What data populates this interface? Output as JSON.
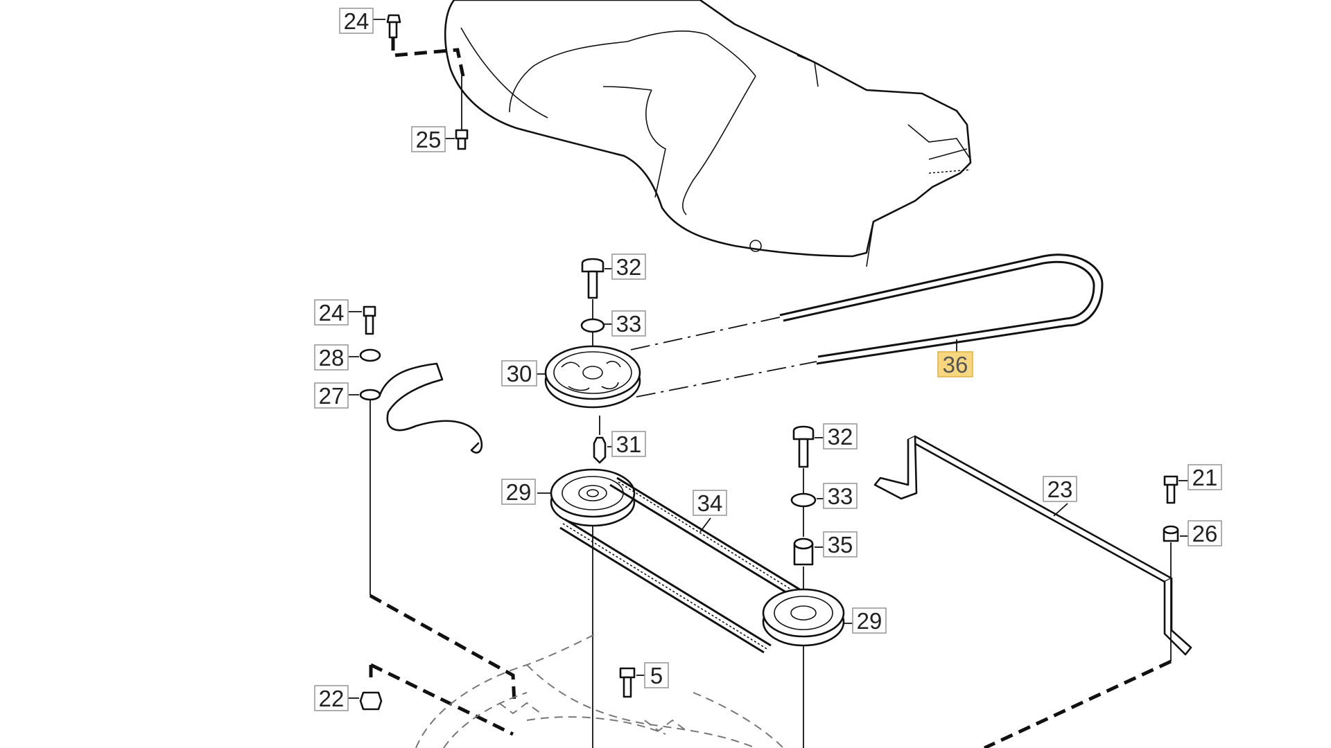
{
  "diagram": {
    "highlight_color": "#f6d67e",
    "callouts": [
      {
        "id": "c24a",
        "text": "24"
      },
      {
        "id": "c25",
        "text": "25"
      },
      {
        "id": "c32a",
        "text": "32"
      },
      {
        "id": "c24b",
        "text": "24"
      },
      {
        "id": "c33a",
        "text": "33"
      },
      {
        "id": "c28",
        "text": "28"
      },
      {
        "id": "c30",
        "text": "30"
      },
      {
        "id": "c36",
        "text": "36",
        "highlighted": true
      },
      {
        "id": "c27",
        "text": "27"
      },
      {
        "id": "c31",
        "text": "31"
      },
      {
        "id": "c32b",
        "text": "32"
      },
      {
        "id": "c29a",
        "text": "29"
      },
      {
        "id": "c34",
        "text": "34"
      },
      {
        "id": "c33b",
        "text": "33"
      },
      {
        "id": "c23",
        "text": "23"
      },
      {
        "id": "c21",
        "text": "21"
      },
      {
        "id": "c26",
        "text": "26"
      },
      {
        "id": "c35",
        "text": "35"
      },
      {
        "id": "c29b",
        "text": "29"
      },
      {
        "id": "c5",
        "text": "5"
      },
      {
        "id": "c22",
        "text": "22"
      }
    ]
  }
}
